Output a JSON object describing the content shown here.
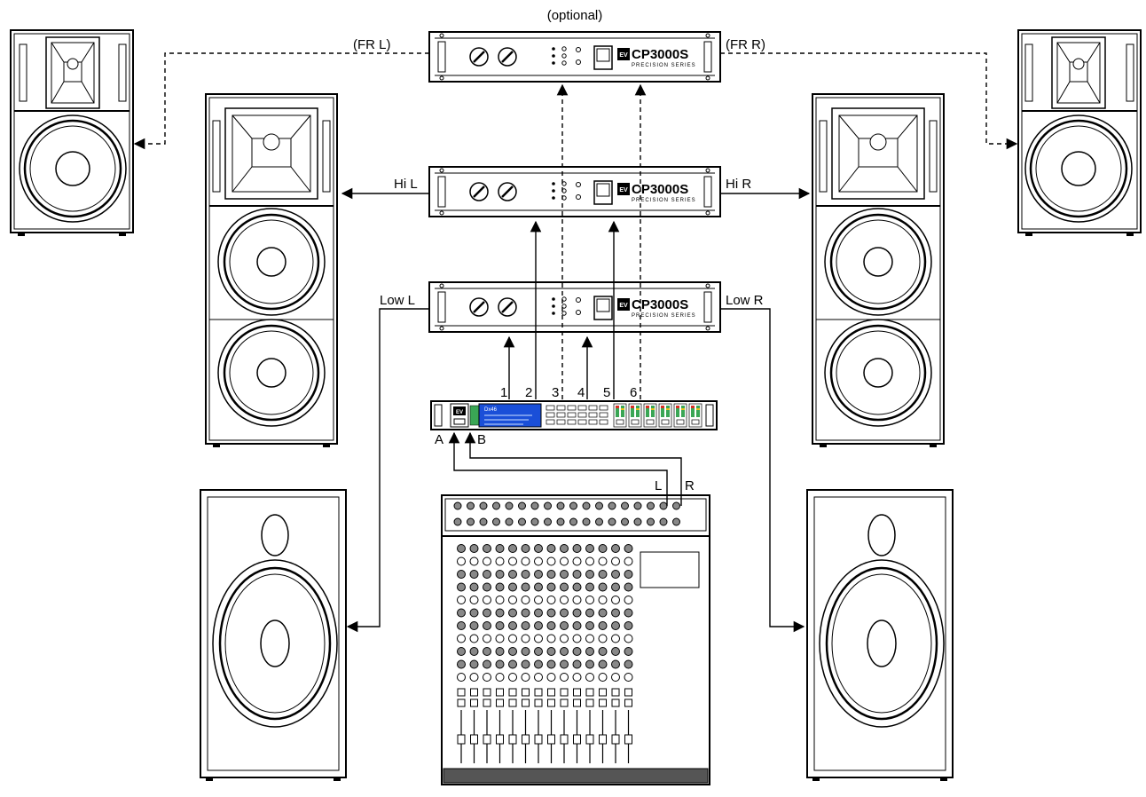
{
  "labels": {
    "optional": "(optional)",
    "fr_l": "(FR L)",
    "fr_r": "(FR R)",
    "hi_l": "Hi L",
    "hi_r": "Hi R",
    "low_l": "Low L",
    "low_r": "Low R",
    "in_a": "A",
    "in_b": "B",
    "mix_l": "L",
    "mix_r": "R"
  },
  "outputs": [
    "1",
    "2",
    "3",
    "4",
    "5",
    "6"
  ],
  "amplifiers": [
    {
      "id": "amp-fr",
      "model": "CP3000S",
      "subtitle": "PRECISION SERIES",
      "badge": "EV"
    },
    {
      "id": "amp-hi",
      "model": "CP3000S",
      "subtitle": "PRECISION SERIES",
      "badge": "EV"
    },
    {
      "id": "amp-low",
      "model": "CP3000S",
      "subtitle": "PRECISION SERIES",
      "badge": "EV"
    }
  ],
  "processor": {
    "badge": "EV",
    "model": "Dx46"
  },
  "colors": {
    "line": "#000000",
    "background": "#ffffff",
    "screen": "#1a4fd8",
    "meter_green": "#3aa655",
    "meter_red": "#d93025",
    "meter_yellow": "#e8c21a"
  }
}
